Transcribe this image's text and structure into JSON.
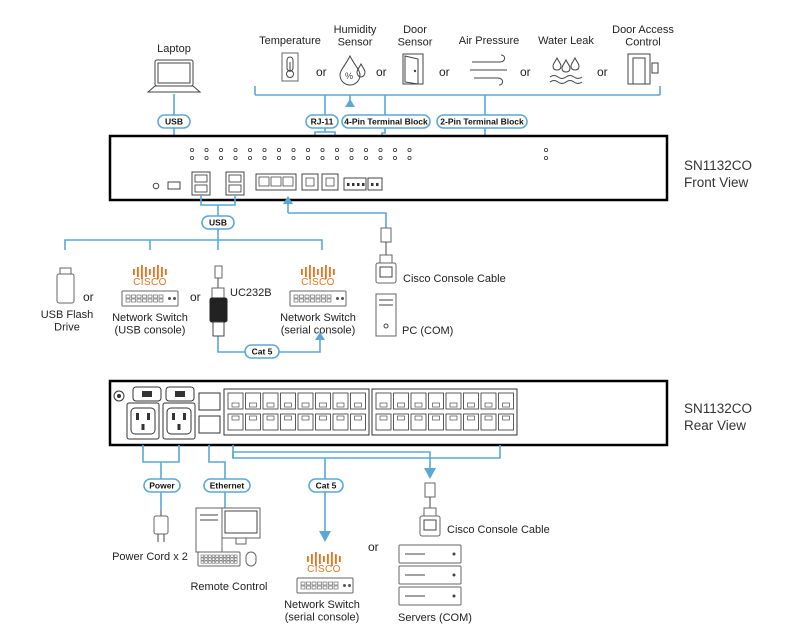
{
  "colors": {
    "line": "#5aa8d6",
    "cisco": "#e8731a",
    "device": "#000000"
  },
  "sensors": [
    {
      "label": "Temperature",
      "icon": "thermometer-icon"
    },
    {
      "label": "Humidity\nSensor",
      "icon": "humidity-drops-icon"
    },
    {
      "label": "Door\nSensor",
      "icon": "door-icon"
    },
    {
      "label": "Air Pressure",
      "icon": "wind-icon"
    },
    {
      "label": "Water Leak",
      "icon": "water-leak-icon"
    },
    {
      "label": "Door Access\nControl",
      "icon": "door-access-icon"
    }
  ],
  "or_text": "or",
  "connectors": {
    "rj11": "RJ-11",
    "pin4": "4-Pin Terminal Block",
    "pin2": "2-Pin Terminal Block",
    "usb_top": "USB",
    "usb_mid": "USB",
    "cat5_front": "Cat 5",
    "power": "Power",
    "ethernet": "Ethernet",
    "cat5_rear": "Cat 5"
  },
  "laptop": {
    "label": "Laptop",
    "icon": "laptop-icon"
  },
  "front": {
    "model": "SN1132CO",
    "view": "Front View"
  },
  "rear": {
    "model": "SN1132CO",
    "view": "Rear View"
  },
  "usb_flash": {
    "label": "USB Flash\nDrive",
    "icon": "usb-flash-drive-icon"
  },
  "cisco_word": "CISCO",
  "net_switch_usb": {
    "label": "Network Switch\n(USB console)"
  },
  "uc232b": {
    "label": "UC232B",
    "icon": "uc232b-adapter-icon"
  },
  "net_switch_serial": {
    "label": "Network Switch\n(serial console)"
  },
  "console_cable_front": "Cisco Console Cable",
  "pc_com": "PC (COM)",
  "power_cord": "Power Cord x 2",
  "remote_control": "Remote Control",
  "net_switch_rear": {
    "label": "Network Switch\n(serial console)"
  },
  "console_cable_rear": "Cisco Console Cable",
  "servers_com": "Servers (COM)"
}
